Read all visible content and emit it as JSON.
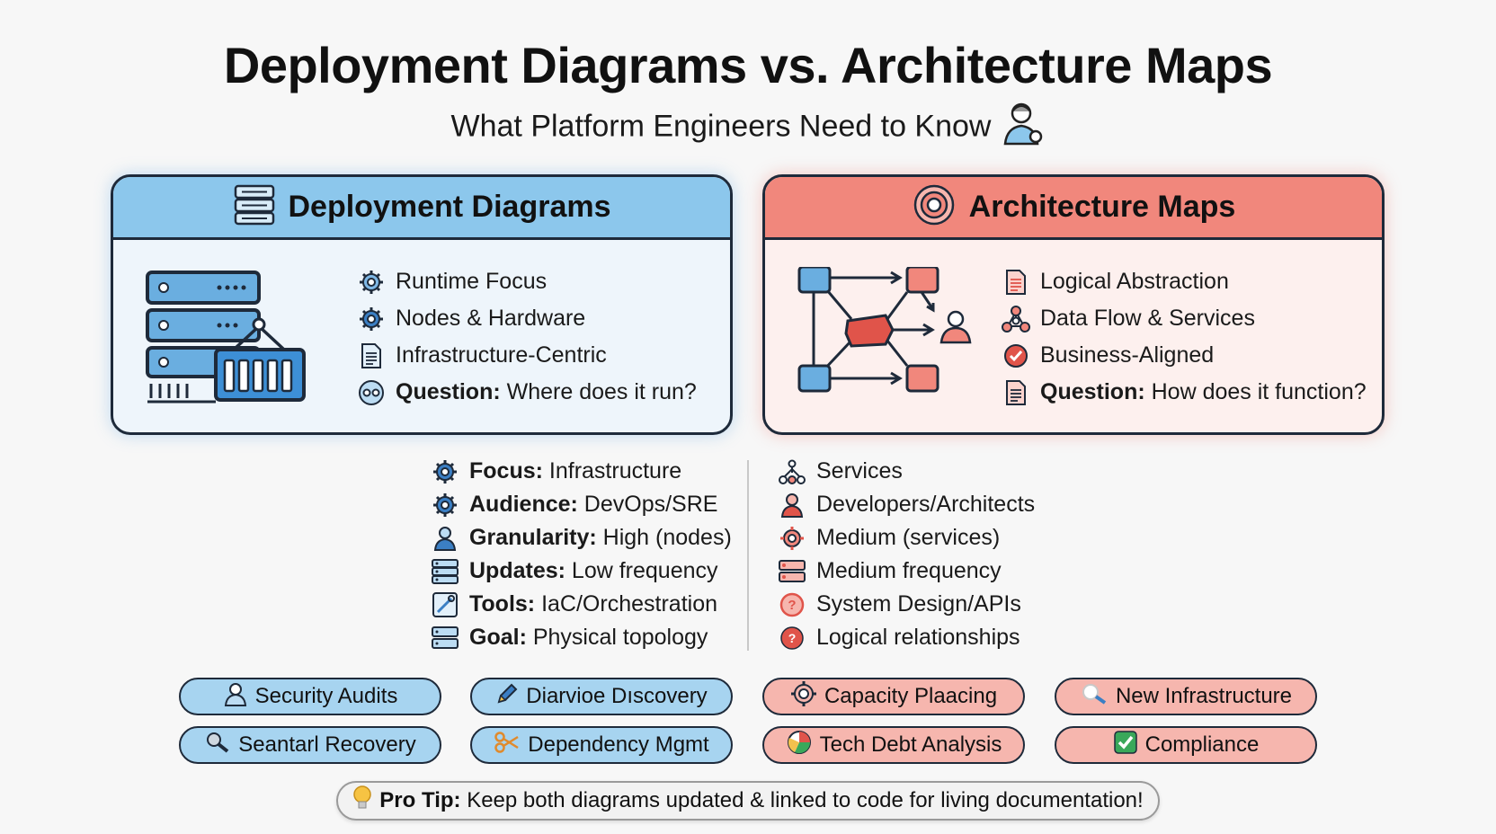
{
  "title": "Deployment Diagrams vs. Architecture Maps",
  "subtitle": "What Platform Engineers Need to Know",
  "deployment": {
    "heading": "Deployment Diagrams",
    "items": [
      {
        "icon": "gear-icon",
        "text": "Runtime Focus"
      },
      {
        "icon": "gear-icon",
        "text": "Nodes & Hardware"
      },
      {
        "icon": "document-icon",
        "text": "Infrastructure-Centric"
      },
      {
        "icon": "face-icon",
        "bold": "Question:",
        "text": " Where does it run?"
      }
    ]
  },
  "architecture": {
    "heading": "Architecture Maps",
    "items": [
      {
        "icon": "document-icon",
        "text": "Logical Abstraction"
      },
      {
        "icon": "network-icon",
        "text": "Data Flow & Services"
      },
      {
        "icon": "check-circle-icon",
        "text": "Business-Aligned"
      },
      {
        "icon": "document-icon",
        "bold": "Question:",
        "text": " How does it function?"
      }
    ]
  },
  "comparison_left": [
    {
      "icon": "gear-icon",
      "bold": "Focus:",
      "text": " Infrastructure"
    },
    {
      "icon": "gear-icon",
      "bold": "Audience:",
      "text": " DevOps/SRE"
    },
    {
      "icon": "person-icon",
      "bold": "Granularity:",
      "text": " High (nodes)"
    },
    {
      "icon": "server-icon",
      "bold": "Updates:",
      "text": " Low frequency"
    },
    {
      "icon": "tools-icon",
      "bold": "Tools:",
      "text": " IaC/Orchestration"
    },
    {
      "icon": "server-icon",
      "bold": "Goal:",
      "text": " Physical topology"
    }
  ],
  "comparison_right": [
    {
      "icon": "services-icon",
      "text": "Services"
    },
    {
      "icon": "person-icon",
      "text": "Developers/Architects"
    },
    {
      "icon": "gear-red-icon",
      "text": "Medium (services)"
    },
    {
      "icon": "server-red-icon",
      "text": "Medium frequency"
    },
    {
      "icon": "question-icon",
      "text": "System Design/APIs"
    },
    {
      "icon": "question-filled-icon",
      "text": "Logical relationships"
    }
  ],
  "use_cases": [
    {
      "label": "Security Audits",
      "icon": "auditor-icon",
      "color": "blue"
    },
    {
      "label": "Diarvioe Dıscovery",
      "icon": "pencil-icon",
      "color": "blue"
    },
    {
      "label": "Capacity Plaacing",
      "icon": "gear-red-icon",
      "color": "red"
    },
    {
      "label": "New Infrastructure",
      "icon": "magnifier-icon",
      "color": "red"
    },
    {
      "label": "Seantarl Recovery",
      "icon": "magnifier-icon",
      "color": "blue"
    },
    {
      "label": "Dependency Mgmt",
      "icon": "scissors-icon",
      "color": "blue"
    },
    {
      "label": "Tech Debt Analysis",
      "icon": "chart-icon",
      "color": "red"
    },
    {
      "label": "Compliance",
      "icon": "checkbox-icon",
      "color": "red"
    }
  ],
  "tip": {
    "bold": "Pro Tip:",
    "text": " Keep both diagrams updated & linked to code for living documentation!"
  },
  "colors": {
    "blue_header": "#8cc7ec",
    "red_header": "#f1877c",
    "blue_pill": "#a7d4f0",
    "red_pill": "#f6b6ae",
    "icon_blue": "#3b7fc4",
    "icon_red": "#e0544a"
  }
}
